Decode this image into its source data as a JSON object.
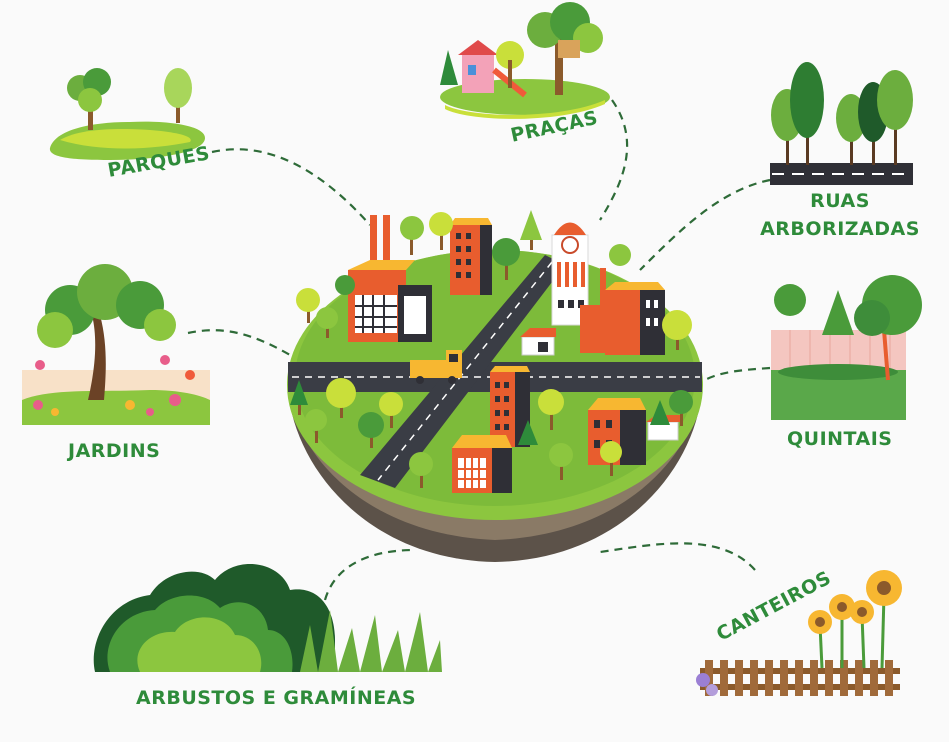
{
  "theme": {
    "label_color": "#2e8b3a",
    "line_color": "#2e6b38"
  },
  "labels": {
    "parques": "PARQUES",
    "pracas": "PRAÇAS",
    "ruas_line1": "RUAS",
    "ruas_line2": "ARBORIZADAS",
    "jardins": "JARDINS",
    "quintais": "QUINTAIS",
    "arbustos": "ARBUSTOS E GRAMÍNEAS",
    "canteiros": "CANTEIROS"
  }
}
